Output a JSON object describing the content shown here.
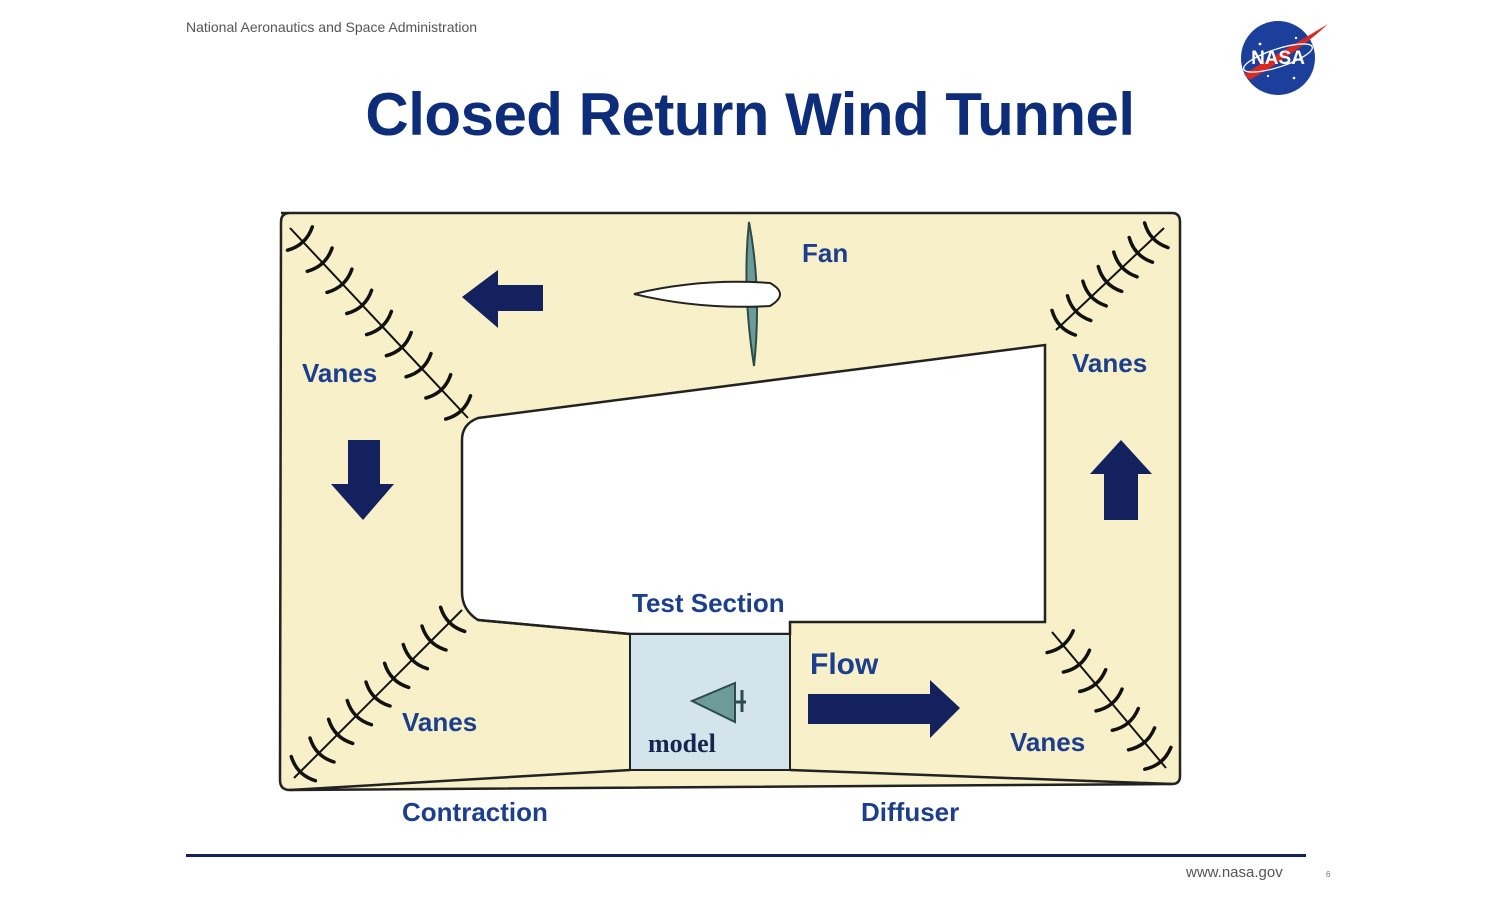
{
  "header": {
    "org": "National Aeronautics and Space Administration",
    "logo_text": "NASA"
  },
  "title": "Closed Return Wind  Tunnel",
  "diagram": {
    "labels": {
      "fan": "Fan",
      "vanes_top_left": "Vanes",
      "vanes_top_right": "Vanes",
      "vanes_bottom_left": "Vanes",
      "vanes_bottom_right": "Vanes",
      "test_section": "Test Section",
      "flow": "Flow",
      "model": "model",
      "contraction": "Contraction",
      "diffuser": "Diffuser"
    },
    "colors": {
      "tunnel_fill": "#f7f0c8",
      "test_section_fill": "#d3e5ea",
      "arrow": "#13215e",
      "fan_blade": "#6d9c98",
      "vane": "#111111",
      "outline": "#222222"
    }
  },
  "footer": {
    "url": "www.nasa.gov",
    "page": "6"
  }
}
